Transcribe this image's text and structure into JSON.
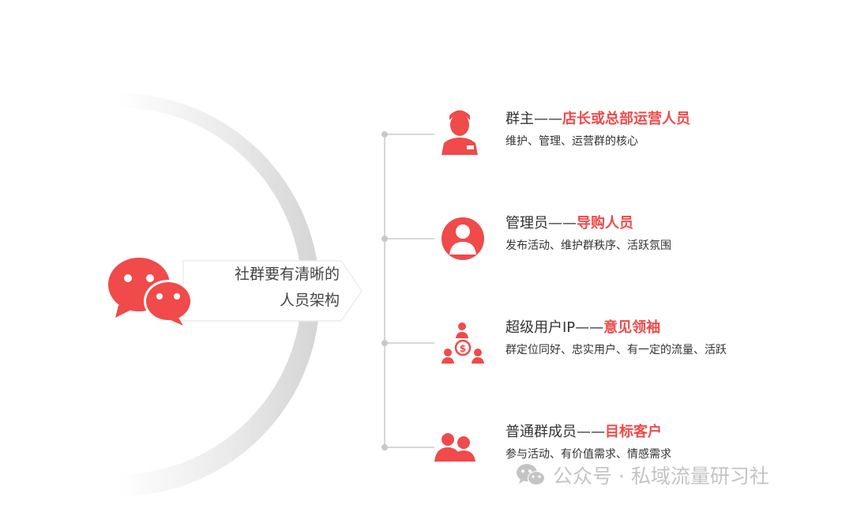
{
  "center": {
    "line1": "社群要有清晰的",
    "line2": "人员架构"
  },
  "roles": [
    {
      "title": "群主——",
      "highlight": "店长或总部运营人员",
      "desc": "维护、管理、运营群的核心",
      "icon": "shop-owner-icon"
    },
    {
      "title": "管理员——",
      "highlight": "导购人员",
      "desc": "发布活动、维护群秩序、活跃氛围",
      "icon": "admin-user-icon"
    },
    {
      "title": "超级用户IP——",
      "highlight": "意见领袖",
      "desc": "群定位同好、忠实用户、有一定的流量、活跃",
      "icon": "super-user-icon"
    },
    {
      "title": "普通群成员——",
      "highlight": "目标客户",
      "desc": "参与活动、有价值需求、情感需求",
      "icon": "members-icon"
    }
  ],
  "watermark": {
    "text": "公众号 · 私域流量研习社"
  },
  "colors": {
    "accent": "#f04a4a",
    "text": "#333333",
    "line": "#cccccc"
  }
}
